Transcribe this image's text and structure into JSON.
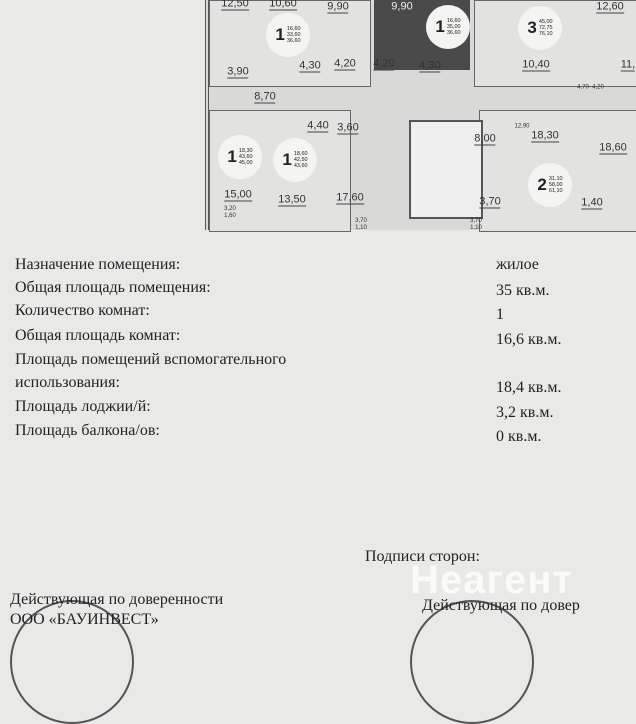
{
  "plan": {
    "apartments": [
      {
        "rooms": "1",
        "values": [
          "16,60",
          "35,00",
          "36,60"
        ]
      },
      {
        "rooms": "1",
        "values": [
          "16,60",
          "33,60",
          "36,60"
        ]
      },
      {
        "rooms": "3",
        "values": [
          "45,00",
          "72,75",
          "76,10"
        ]
      },
      {
        "rooms": "1",
        "values": [
          "18,30",
          "43,60",
          "45,00"
        ]
      },
      {
        "rooms": "1",
        "values": [
          "18,60",
          "42,50",
          "43,60"
        ]
      },
      {
        "rooms": "2",
        "values": [
          "31,10",
          "58,00",
          "61,10"
        ]
      }
    ],
    "areas": [
      "12,50",
      "10,60",
      "9,90",
      "9,90",
      "12,60",
      "3,90",
      "4,30",
      "4,20",
      "4,20",
      "4,30",
      "10,40",
      "11,",
      "8,70",
      "4,70",
      "4,20",
      "4,40",
      "3,60",
      "8,00",
      "12,90",
      "18,30",
      "18,60",
      "15,00",
      "13,50",
      "17,60",
      "3,70",
      "1,40"
    ],
    "balconies": [
      [
        "3,20",
        "1,60"
      ],
      [
        "3,70",
        "1,10"
      ],
      [
        "3,70",
        "1,10"
      ]
    ]
  },
  "details": [
    {
      "label": "Назначение помещения:",
      "value": "жилое"
    },
    {
      "label": "Общая площадь помещения:",
      "value": "35 кв.м."
    },
    {
      "label": "Количество комнат:",
      "value": "1"
    },
    {
      "label": "Общая площадь комнат:",
      "value": "16,6 кв.м."
    },
    {
      "label": "Площадь помещений вспомогательного",
      "label2": "использования:",
      "value": "18,4 кв.м."
    },
    {
      "label": "Площадь лоджии/й:",
      "value": "3,2 кв.м."
    },
    {
      "label": "Площадь балкона/ов:",
      "value": "0 кв.м."
    }
  ],
  "signatures": {
    "title": "Подписи сторон:",
    "left_line1": "Действующая по доверенности",
    "left_line2": "ООО «БАУИНВЕСТ»",
    "right_line1": "Действующая по довер"
  },
  "watermark": "Неагент"
}
